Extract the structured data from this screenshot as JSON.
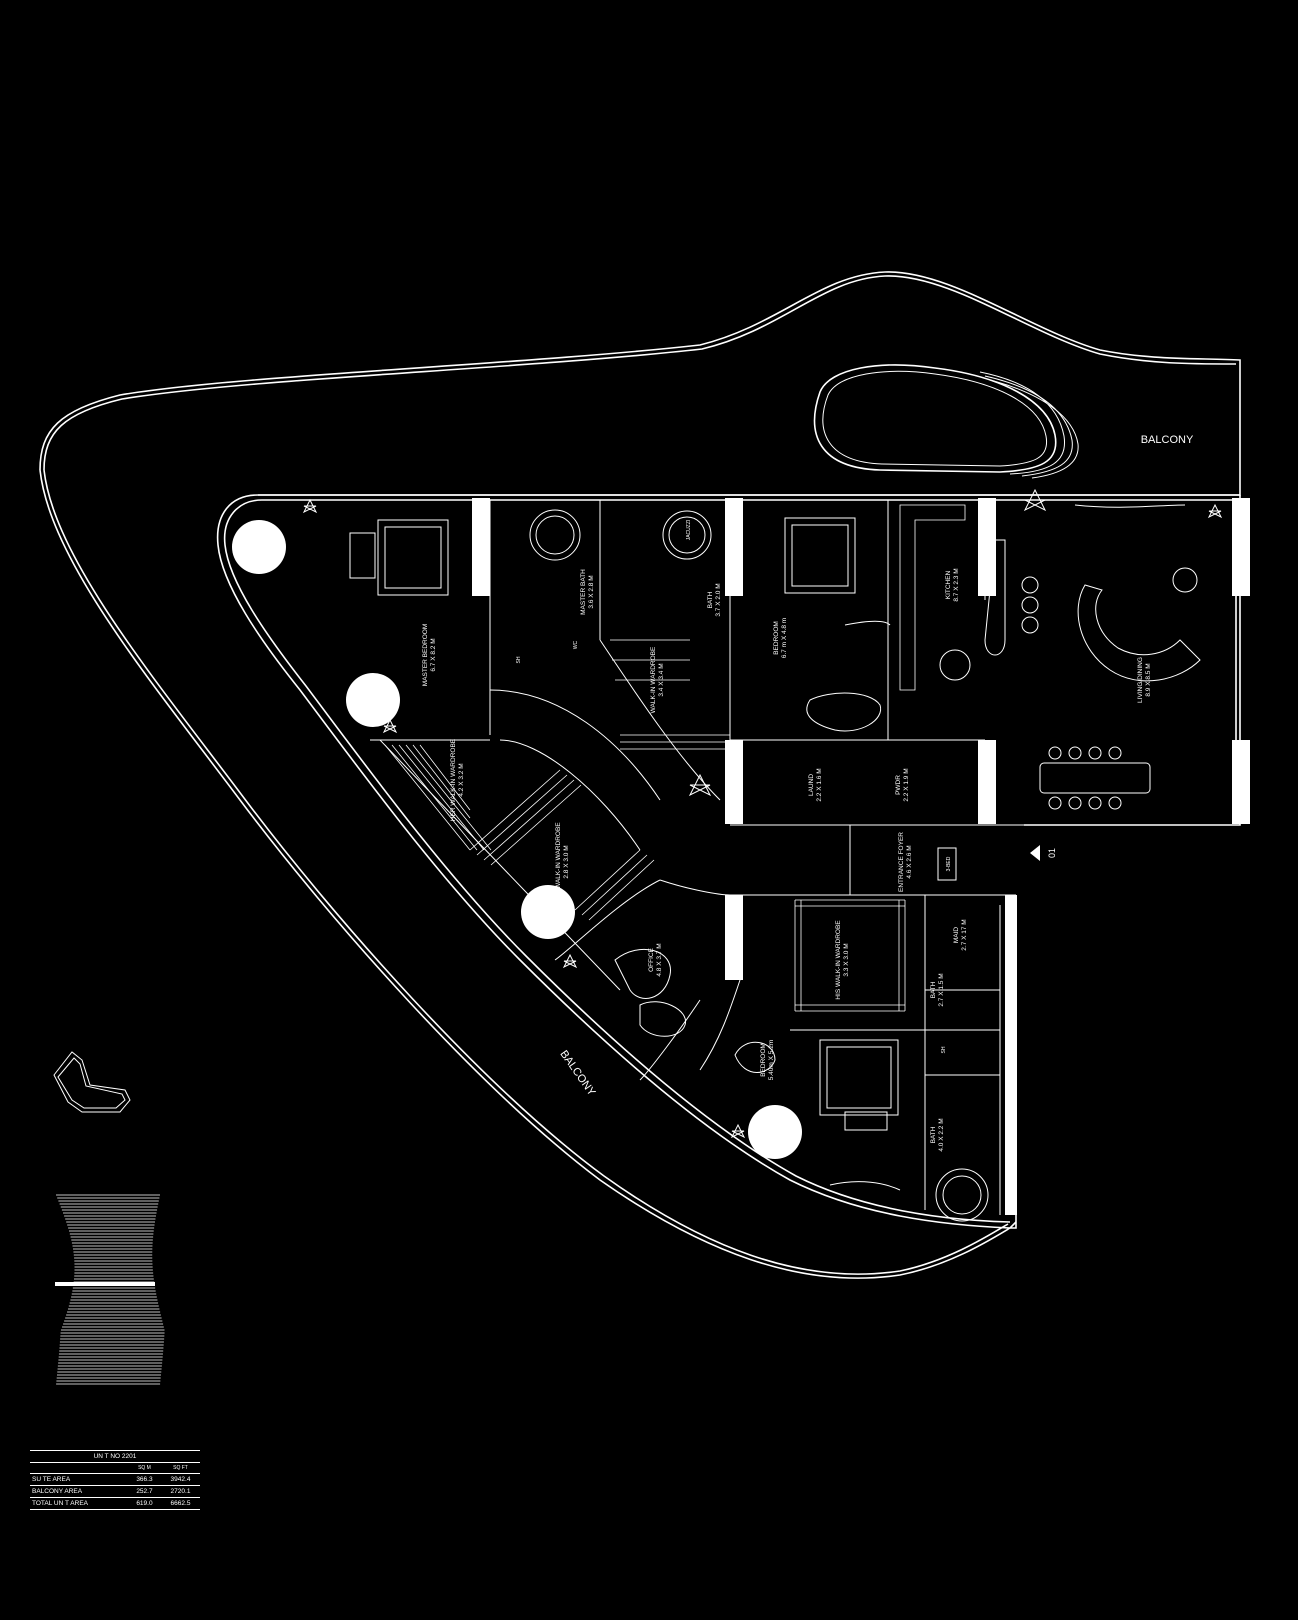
{
  "plan": {
    "balcony_top": "BALCONY",
    "balcony_bottom": "BALCONY",
    "unit_marker": "01",
    "badge": "3-BED"
  },
  "rooms": {
    "master_bedroom": {
      "name": "MASTER BEDROOM",
      "dims": "6.7 X 8.2 M"
    },
    "master_bath": {
      "name": "MASTER BATH",
      "dims": "3.6 X 2.8 M"
    },
    "bath_top": {
      "name": "BATH",
      "dims": "3.7 X 2.0 M"
    },
    "walkin_top": {
      "name": "WALK-IN WARDROBE",
      "dims": "3.4 X 3.4 M"
    },
    "bedroom_top": {
      "name": "BEDROOM",
      "dims": "6.7 m X 4.8 m"
    },
    "kitchen": {
      "name": "KITCHEN",
      "dims": "8.7 X 2.3 M"
    },
    "living_dining": {
      "name": "LIVING/DINING",
      "dims": "8.9 X 8.5 M"
    },
    "her_wardrobe": {
      "name": "HER WALK-IN WARDROBE",
      "dims": "4.2 X 3.2 M"
    },
    "his_wardrobe_left": {
      "name": "HIS WALK-IN WARDROBE",
      "dims": "2.8 X 3.0 M"
    },
    "laundry": {
      "name": "LAUND",
      "dims": "2.2 X 1.6 M"
    },
    "pwdr": {
      "name": "PWDR",
      "dims": "2.2 X 1.9 M"
    },
    "entrance": {
      "name": "ENTRANCE FOYER",
      "dims": "4.6 X 2.6 M"
    },
    "office": {
      "name": "OFFICE",
      "dims": "4.8 X 3.7 M"
    },
    "his_wardrobe_right": {
      "name": "HIS WALK-IN WARDROBE",
      "dims": "3.3 X 3.0 M"
    },
    "maid": {
      "name": "MAID",
      "dims": "2.7 X 17 M"
    },
    "bath_maid": {
      "name": "BATH",
      "dims": "2.7 X 1.5 M"
    },
    "bedroom_bottom": {
      "name": "BEDROOM",
      "dims": "5.40m X 5.2m"
    },
    "bath_bottom": {
      "name": "BATH",
      "dims": "4.0 X 2.2 M"
    },
    "jacuzzi": "JACUZZI",
    "sh_1": "SH",
    "sh_2": "SH",
    "wc": "WC"
  },
  "area_table": {
    "title": "UN T NO 2201",
    "unit_sqm": "SQ M",
    "unit_sqft": "SQ FT",
    "rows": [
      {
        "label": "SU TE AREA",
        "sqm": "366.3",
        "sqft": "3942.4"
      },
      {
        "label": "BALCONY AREA",
        "sqm": "252.7",
        "sqft": "2720.1"
      },
      {
        "label": "TOTAL UN T AREA",
        "sqm": "619.0",
        "sqft": "6662.5"
      }
    ]
  },
  "colors": {
    "background": "#000000",
    "line": "#ffffff"
  }
}
